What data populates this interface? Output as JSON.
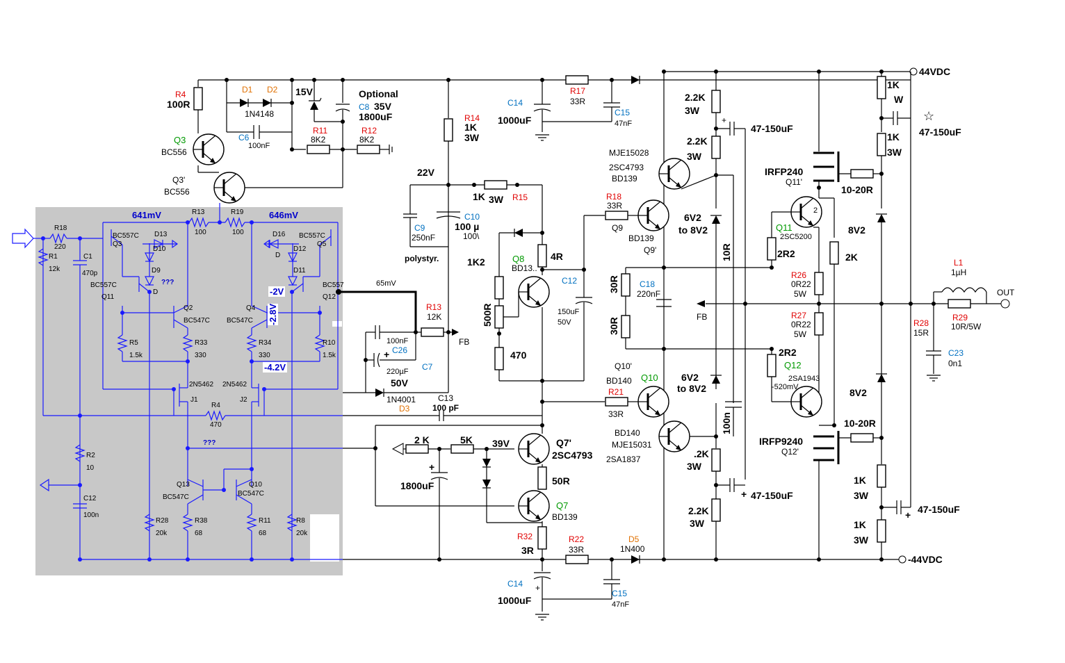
{
  "supply": {
    "pos": "44VDC",
    "neg": "-44VDC"
  },
  "labels": {
    "R4_top": "R4",
    "R4_top_val": "100R",
    "D1": "D1",
    "D2": "D2",
    "D1D2_type": "1N4148",
    "zener15": "15V",
    "optional": "Optional",
    "C8": "C8",
    "C8_v": "35V",
    "C8_val": "1800uF",
    "Q3_top": "Q3",
    "Q3_top_type": "BC556",
    "C6": "C6",
    "C6_val": "100nF",
    "R11_top": "R11",
    "R11_top_val": "8K2",
    "R12_top": "R12",
    "R12_top_val": "8K2",
    "Q3p": "Q3'",
    "Q3p_type": "BC556",
    "R14": "R14",
    "R14_val": "1K",
    "R14_w": "3W",
    "C14_top": "C14",
    "C14_top_val": "1000uF",
    "R17_top": "R17",
    "R17_top_val": "33R",
    "C15_top": "C15",
    "C15_top_val": "47nF",
    "v22": "22V",
    "R15": "R15",
    "R15_val": "1K",
    "R15_w": "3W",
    "C9": "C9",
    "C9_val": "250nF",
    "C10": "C10",
    "C10_val": "100 µ",
    "C10_v": "100\\",
    "polystyr": "polystyr.",
    "Q8": "Q8",
    "Q8_type": "BD13..",
    "r4R": "4R",
    "r1K2": "1K2",
    "r500R": "500R",
    "r470": "470",
    "C12_mid": "C12",
    "C12_mid_val": "150uF",
    "C12_mid_v": "50V",
    "R18_mid": "R18",
    "R18_mid_val": "33R",
    "Q9": "Q9",
    "Q9_type": "BD139",
    "Q9p": "Q9'",
    "mje15028": "MJE15028",
    "sc4793_top": "2SC4793",
    "bd139_top": "BD139",
    "r22k_1": "2.2K",
    "r3w_1": "3W",
    "r22k_2": "2.2K",
    "r3w_2": "3W",
    "cap47_1": "47-150uF",
    "z6v2_top": "6V2",
    "z6v2_top_to": "to 8V2",
    "r10R": "10R",
    "r30R_1": "30R",
    "r30R_2": "30R",
    "C18": "C18",
    "C18_val": "220nF",
    "fb_mid": "FB",
    "irfp240": "IRFP240",
    "Q11p": "Q11'",
    "r10_20_top": "10-20R",
    "r1k_tr": "1K",
    "w_tr": "W",
    "r1k_tr2": "1K",
    "r3w_tr2": "3W",
    "cap47_2": "47-150uF",
    "star": "☆",
    "Q11": "Q11",
    "Q11_type": "2SC5200",
    "v8v2_top": "8V2",
    "r2R2_top": "2R2",
    "r2K": "2K",
    "R26": "R26",
    "R26_val": "0R22",
    "R26_w": "5W",
    "R27": "R27",
    "R27_val": "0R22",
    "R27_w": "5W",
    "L1": "L1",
    "L1_val": "1µH",
    "out": "OUT",
    "R28_out": "R28",
    "R28_out_val": "15R",
    "R29": "R29",
    "R29_val": "10R/5W",
    "C23": "C23",
    "C23_val": "0n1",
    "Q10p": "Q10'",
    "Q10": "Q10",
    "Q10_type": "BD140",
    "z6v2_bot": "6V2",
    "z6v2_bot_to": "to 8V2",
    "R21": "R21",
    "R21_val": "33R",
    "bd140_b": "BD140",
    "mje15031": "MJE15031",
    "sa1837": "2SA1837",
    "r2R2_bot": "2R2",
    "Q12": "Q12",
    "Q12_type": "2SA1943",
    "v520": "-520mV",
    "v8v2_bot": "8V2",
    "r10_20_bot": "10-20R",
    "irfp9240": "IRFP9240",
    "Q12p": "Q12'",
    "n100n": "100n",
    "r2k_b": ".2K",
    "r3w_b": "3W",
    "cap47_3": "47-150uF",
    "r22k_3": "2.2K",
    "r3w_3": "3W",
    "r1k_b1": "1K",
    "r3w_b1": "3W",
    "r1k_b2": "1K",
    "r3w_b2": "3W",
    "cap47_4": "47-150uF",
    "C13": "C13",
    "C13_val": "100 pF",
    "r2K_b": "2 K",
    "r5K": "5K",
    "v39": "39V",
    "Q7p": "Q7'",
    "Q7p_type": "2SC4793",
    "c1800": "1800uF",
    "r50R": "50R",
    "Q7": "Q7",
    "Q7_type": "BD139",
    "R32": "R32",
    "R32_val": "3R",
    "R22": "R22",
    "R22_val": "33R",
    "D5": "D5",
    "D5_type": "1N400",
    "C14_bot": "C14",
    "C14_bot_val": "1000uF",
    "C15_bot": "C15",
    "C15_bot_val": "47nF",
    "mv65": "65mV",
    "R13_mid": "R13",
    "R13_mid_val": "12K",
    "fb_r13": "FB",
    "C26": "C26",
    "C26_100n": "100nF",
    "C26_val": "220µF",
    "C26_v": "50V",
    "C7": "C7",
    "D3": "D3",
    "D3_type": "1N4001"
  },
  "input_stage": {
    "mv641": "641mV",
    "mv646": "646mV",
    "R18": "R18",
    "R18_val": "220",
    "R1": "R1",
    "R1_val": "12k",
    "C1": "C1",
    "C1_val": "470p",
    "BC557C_a": "BC557C",
    "Q3": "Q3",
    "D13": "D13",
    "D10": "D10",
    "D9": "D9",
    "D_a": "D",
    "q1": "???",
    "BC557C_b": "BC557C",
    "Q11": "Q11",
    "R13": "R13",
    "R13_val": "100",
    "R19": "R19",
    "R19_val": "100",
    "D16": "D16",
    "D12": "D12",
    "D11": "D11",
    "D_b": "D",
    "BC557C_c": "BC557C",
    "Q5": "Q5",
    "BC557_d": "BC557",
    "Q12": "Q12",
    "Q2": "Q2",
    "BC547C_a": "BC547C",
    "Q4": "Q4",
    "BC547C_b": "BC547C",
    "v2": "-2V",
    "v28": "-2.8V",
    "v42": "-4.2V",
    "R5": "R5",
    "R5_val": "1.5k",
    "R33": "R33",
    "R33_val": "330",
    "R34": "R34",
    "R34_val": "330",
    "R10": "R10",
    "R10_val": "1.5k",
    "j2n_a": "2N5462",
    "J1": "J1",
    "j2n_b": "2N5462",
    "J2": "J2",
    "R4": "R4",
    "R4_val": "470",
    "R2": "R2",
    "R2_val": "10",
    "C12": "C12",
    "C12_val": "100n",
    "q2": "???",
    "Q13": "Q13",
    "BC547C_c": "BC547C",
    "Q10": "Q10",
    "BC547C_d": "BC547C",
    "R28": "R28",
    "R28_val": "20k",
    "R38": "R38",
    "R38_val": "68",
    "R11": "R11",
    "R11_val": "68",
    "R8": "R8",
    "R8_val": "20k"
  }
}
